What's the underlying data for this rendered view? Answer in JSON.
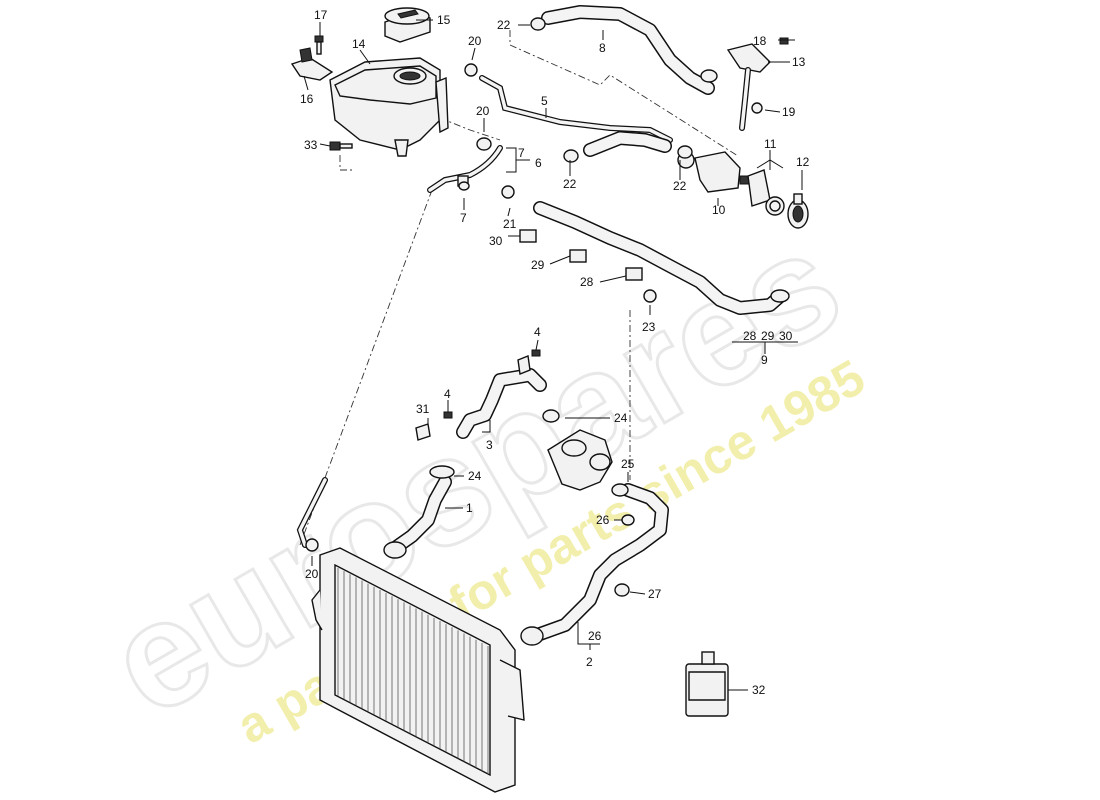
{
  "watermark": {
    "logo": "eurospares",
    "tagline": "a passion for parts since 1985",
    "logo_color": "#d6d6d6",
    "tagline_color": "#e9e26a"
  },
  "callouts": {
    "c1": "1",
    "c2": "2",
    "c3": "3",
    "c4a": "4",
    "c4b": "4",
    "c5": "5",
    "c6": "6",
    "c7a": "7",
    "c7b": "7",
    "c8": "8",
    "c9": "9",
    "c10": "10",
    "c11": "11",
    "c12": "12",
    "c13": "13",
    "c14": "14",
    "c15": "15",
    "c16": "16",
    "c17": "17",
    "c18": "18",
    "c19": "19",
    "c20a": "20",
    "c20b": "20",
    "c20c": "20",
    "c21": "21",
    "c22a": "22",
    "c22b": "22",
    "c22c": "22",
    "c23": "23",
    "c24a": "24",
    "c24b": "24",
    "c25": "25",
    "c26a": "26",
    "c26b": "26",
    "c27": "27",
    "c28a": "28",
    "c28b": "28",
    "c29a": "29",
    "c29b": "29",
    "c30a": "30",
    "c30b": "30",
    "c31": "31",
    "c32": "32",
    "c33": "33"
  }
}
